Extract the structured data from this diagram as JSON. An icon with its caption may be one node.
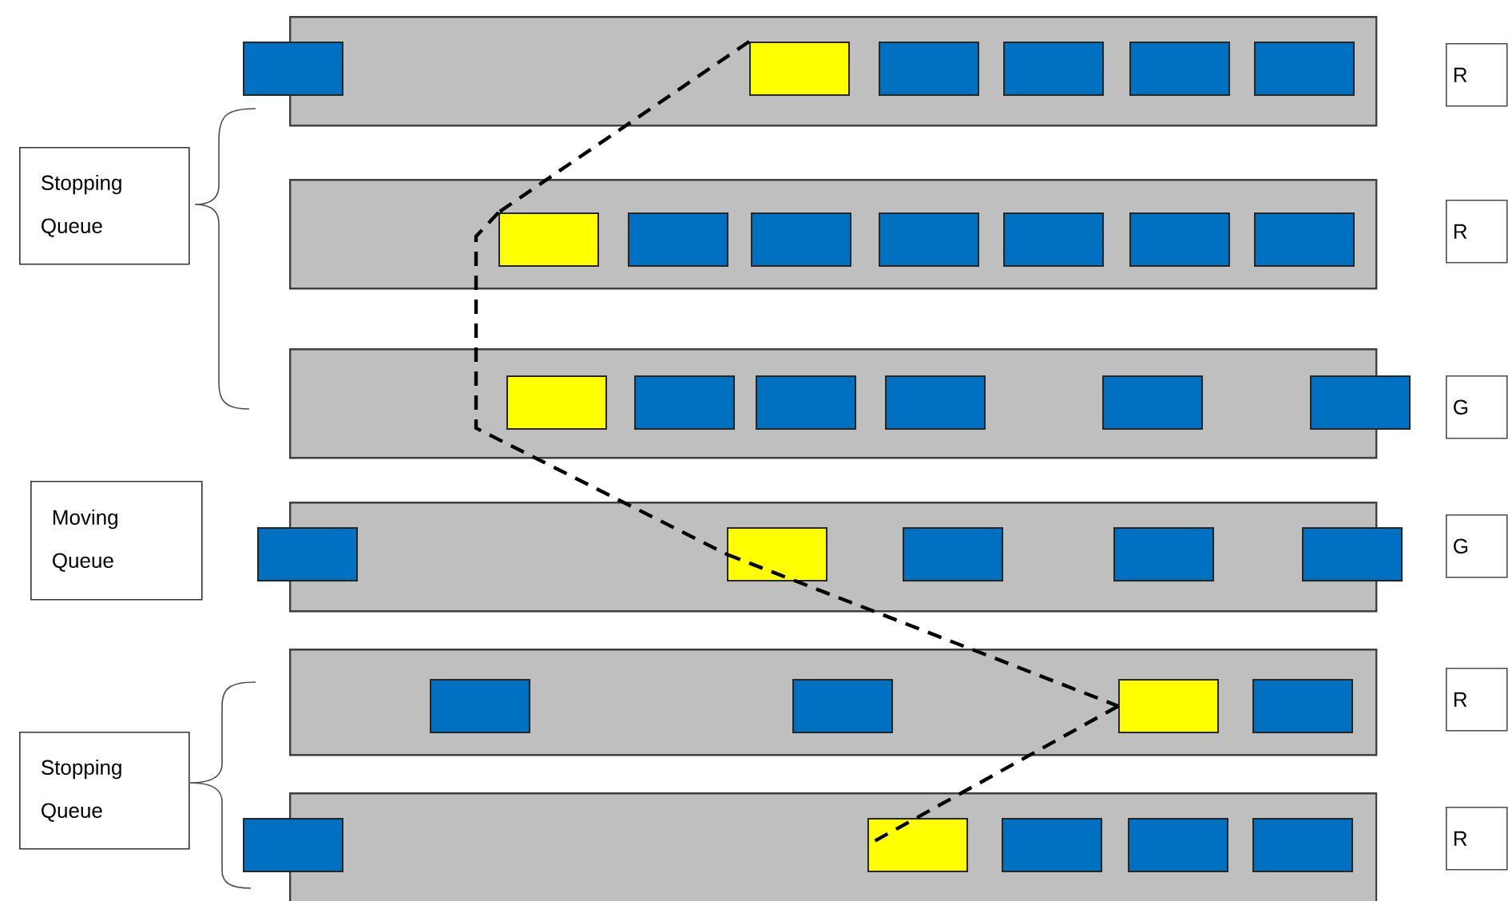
{
  "diagram": {
    "nodes": [
      {
        "text": [
          "Stopping Queue"
        ]
      },
      {
        "text": [],
        "shape": "bar"
      },
      {
        "text": [],
        "shape": "box"
      },
      {
        "text": [],
        "shape": "box",
        "in": 1
      },
      {
        "text": [],
        "shape": "box",
        "in": 1
      },
      {
        "text": [],
        "shape": "box",
        "in": 1
      },
      {
        "text": [],
        "shape": "box",
        "in": 1
      },
      {
        "text": [],
        "shape": "box",
        "in": 1
      },
      {
        "text": [
          "R"
        ]
      },
      {
        "text": [],
        "shape": "bar"
      },
      {
        "text": [],
        "shape": "box",
        "in": 9
      },
      {
        "text": [],
        "shape": "box",
        "in": 9
      },
      {
        "text": [],
        "shape": "box",
        "in": 9
      },
      {
        "text": [],
        "shape": "box",
        "in": 9
      },
      {
        "text": [],
        "shape": "box",
        "in": 9
      },
      {
        "text": [],
        "shape": "box",
        "in": 9
      },
      {
        "text": [],
        "shape": "box",
        "in": 9
      },
      {
        "text": [
          "R"
        ]
      },
      {
        "text": [],
        "shape": "bar"
      },
      {
        "text": [],
        "shape": "box",
        "in": 18
      },
      {
        "text": [],
        "shape": "box",
        "in": 18
      },
      {
        "text": [],
        "shape": "box",
        "in": 18
      },
      {
        "text": [],
        "shape": "box",
        "in": 18
      },
      {
        "text": [],
        "shape": "box",
        "in": 18
      },
      {
        "text": [],
        "shape": "box"
      },
      {
        "text": [
          "G"
        ]
      },
      {
        "text": [
          "Moving Queue"
        ]
      },
      {
        "text": [],
        "shape": "bar"
      },
      {
        "text": [],
        "shape": "box"
      },
      {
        "text": [],
        "shape": "box",
        "in": 27
      },
      {
        "text": [],
        "shape": "box",
        "in": 27
      },
      {
        "text": [],
        "shape": "box",
        "in": 27
      },
      {
        "text": [],
        "shape": "box"
      },
      {
        "text": [
          "G"
        ]
      },
      {
        "text": [
          "Stopping Queue"
        ]
      },
      {
        "text": [],
        "shape": "bar"
      },
      {
        "text": [],
        "shape": "box",
        "in": 35
      },
      {
        "text": [],
        "shape": "box",
        "in": 35
      },
      {
        "text": [],
        "shape": "box",
        "in": 35
      },
      {
        "text": [],
        "shape": "box",
        "in": 35
      },
      {
        "text": [
          "R"
        ]
      },
      {
        "text": [],
        "shape": "bar"
      },
      {
        "text": [],
        "shape": "box"
      },
      {
        "text": [],
        "shape": "box",
        "in": 41
      },
      {
        "text": [],
        "shape": "box",
        "in": 41
      },
      {
        "text": [],
        "shape": "box",
        "in": 41
      },
      {
        "text": [],
        "shape": "box",
        "in": 41
      },
      {
        "text": [
          "R"
        ]
      }
    ],
    "edges": [
      {
        "from": 3,
        "to": 10,
        "arrow": "none",
        "style": "dashed"
      },
      {
        "from": 10,
        "to": 29,
        "arrow": "none",
        "style": "dashed"
      },
      {
        "from": 29,
        "to": 38,
        "arrow": "none",
        "style": "dashed"
      },
      {
        "from": 38,
        "to": 43,
        "arrow": "none",
        "style": "dashed"
      }
    ]
  }
}
